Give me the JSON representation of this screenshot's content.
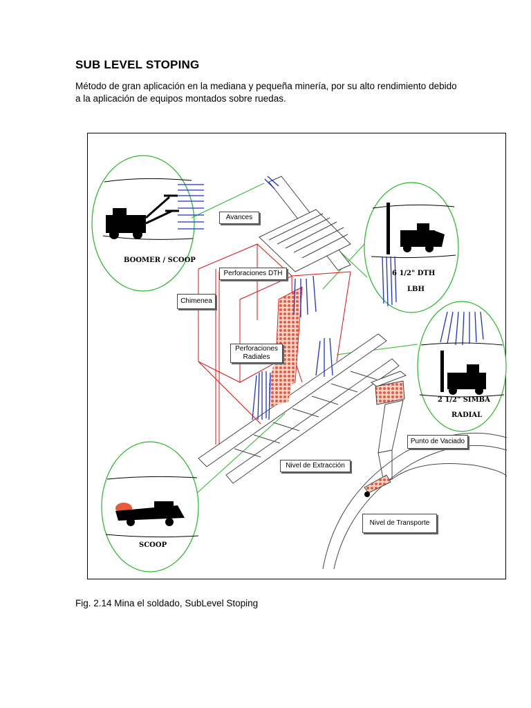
{
  "document": {
    "heading": "SUB LEVEL STOPING",
    "intro": "Método de gran aplicación en la mediana y pequeña minería, por su alto rendimiento debido a la aplicación de equipos montados sobre ruedas.",
    "caption": "Fig. 2.14  Mina el soldado, SubLevel Stoping"
  },
  "figure": {
    "labels": {
      "avances": "Avances",
      "perforaciones_dth": "Perforaciones DTH",
      "chimenea": "Chimenea",
      "perforaciones_radiales": "Perforaciones Radiales",
      "punto_vaciado": "Punto de Vaciado",
      "nivel_extraccion": "Nivel de Extracción",
      "nivel_transporte": "Nivel de Transporte"
    },
    "equipment": {
      "boomer": "BOOMER / SCOOP",
      "dth_line1": "6 1/2\" DTH",
      "dth_line2": "LBH",
      "simba_line1": "2 1/2\" SIMBA",
      "simba_line2": "RADIAL",
      "scoop": "SCOOP"
    }
  },
  "colors": {
    "detail_circle": "#22bb22",
    "stope_outline": "#e01010",
    "drill_holes": "#1a2fd0",
    "ore": "#e85a3a"
  }
}
